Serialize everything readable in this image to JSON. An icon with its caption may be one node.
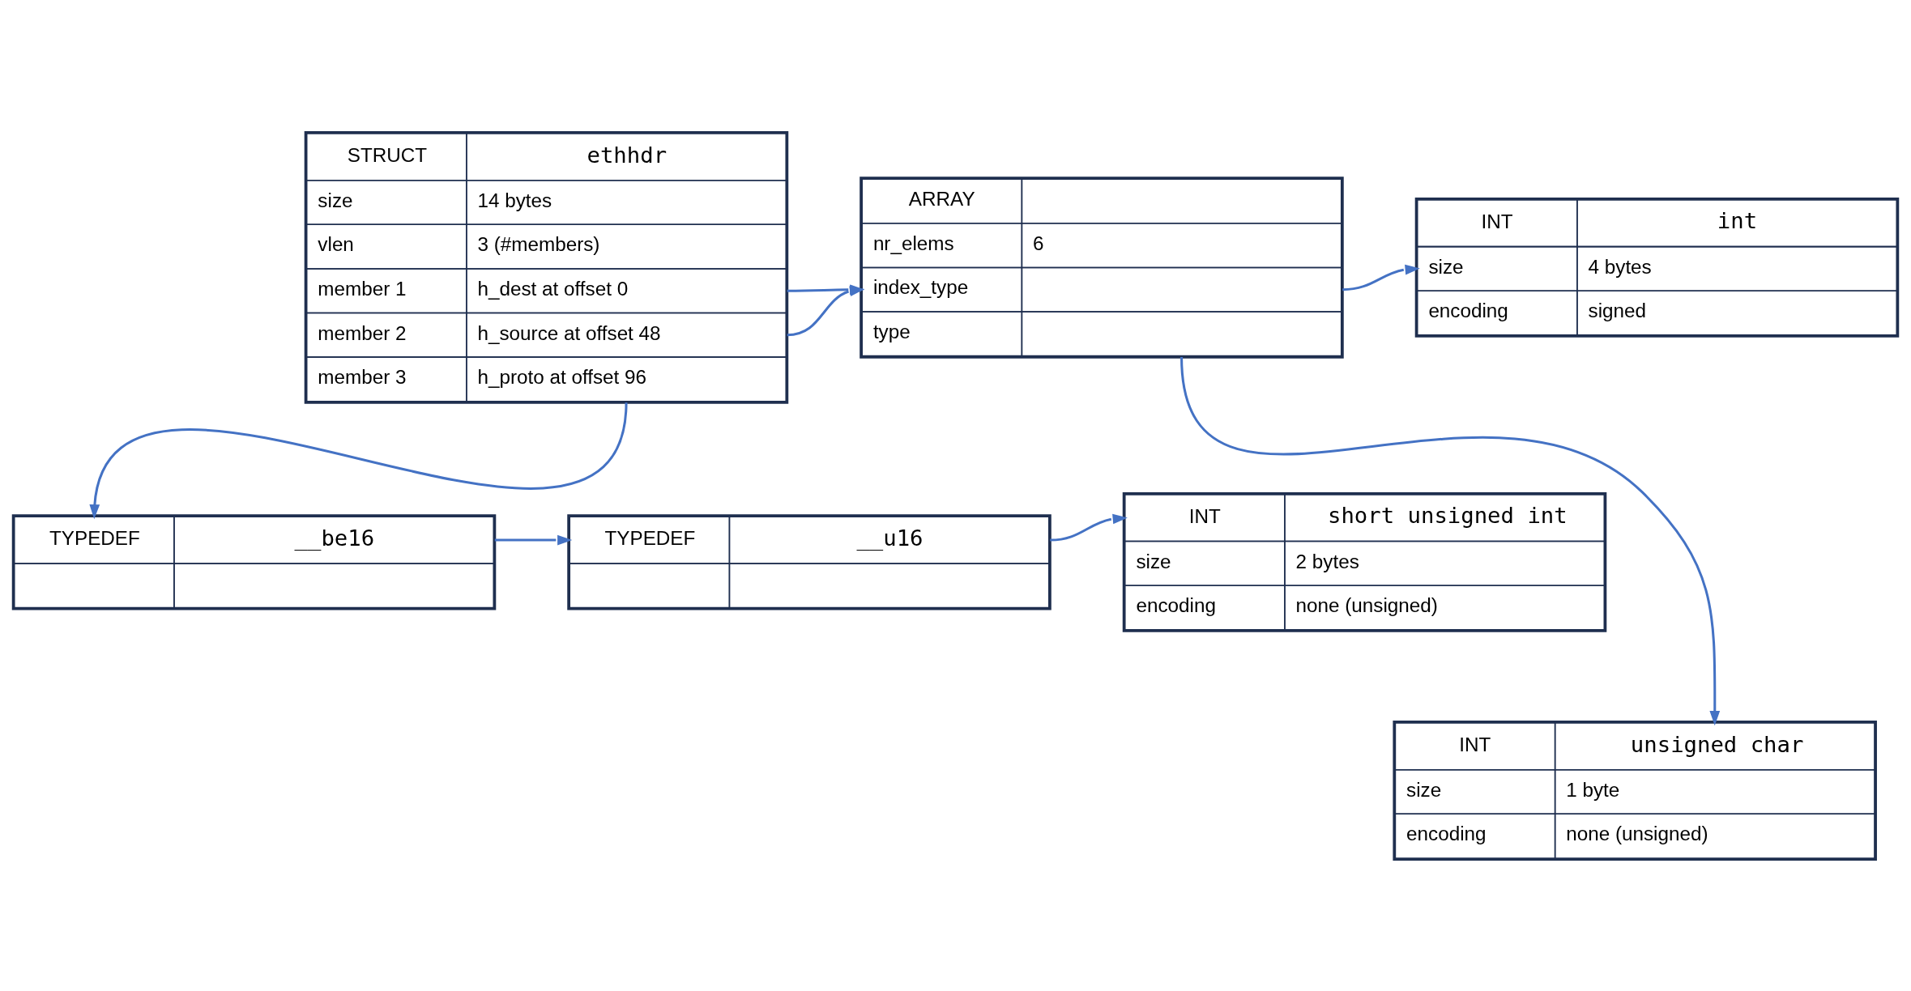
{
  "diagram": {
    "nodes": [
      {
        "text": [
          "STRUCT",
          "ethhdr",
          "size",
          "14 bytes",
          "vlen",
          "3 (#members)",
          "member 1",
          "h_dest at offset 0",
          "member 2",
          "h_source at offset 48",
          "member 3",
          "h_proto at offset 96"
        ]
      },
      {
        "text": [
          "ARRAY",
          "nr_elems",
          "6",
          "index_type",
          "type"
        ]
      },
      {
        "text": [
          "INT",
          "int",
          "size",
          "4 bytes",
          "encoding",
          "signed"
        ]
      },
      {
        "text": [
          "TYPEDEF",
          "__be16"
        ]
      },
      {
        "text": [
          "TYPEDEF",
          "__u16"
        ]
      },
      {
        "text": [
          "INT",
          "short unsigned int",
          "size",
          "2 bytes",
          "encoding",
          "none (unsigned)"
        ]
      },
      {
        "text": [
          "INT",
          "unsigned char",
          "size",
          "1 byte",
          "encoding",
          "none (unsigned)"
        ]
      }
    ],
    "edges": [
      {
        "from": 0,
        "to": 1,
        "arrow": "to"
      },
      {
        "from": 0,
        "to": 1,
        "arrow": "to"
      },
      {
        "from": 0,
        "to": 3,
        "arrow": "to"
      },
      {
        "from": 1,
        "to": 2,
        "arrow": "to"
      },
      {
        "from": 1,
        "to": 6,
        "arrow": "to"
      },
      {
        "from": 3,
        "to": 4,
        "arrow": "to"
      },
      {
        "from": 4,
        "to": 5,
        "arrow": "to"
      }
    ]
  }
}
